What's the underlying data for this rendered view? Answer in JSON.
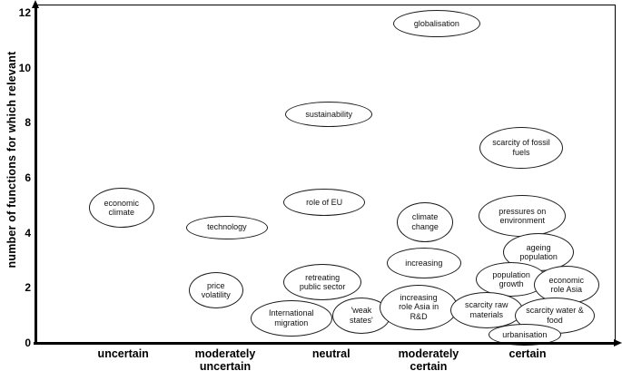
{
  "chart_data": {
    "type": "scatter",
    "title": "",
    "xlabel": "",
    "ylabel": "number of functions for which relevant",
    "ylim": [
      0,
      12
    ],
    "yticks": [
      0,
      2,
      4,
      6,
      8,
      10,
      12
    ],
    "grid": false,
    "legend": "none",
    "x_categories": [
      {
        "label": "uncertain",
        "lines": [
          "uncertain"
        ],
        "frac": 0.15
      },
      {
        "label": "moderately uncertain",
        "lines": [
          "moderately",
          "uncertain"
        ],
        "frac": 0.326
      },
      {
        "label": "neutral",
        "lines": [
          "neutral"
        ],
        "frac": 0.509
      },
      {
        "label": "moderately certain",
        "lines": [
          "moderately",
          "certain"
        ],
        "frac": 0.677
      },
      {
        "label": "certain",
        "lines": [
          "certain"
        ],
        "frac": 0.848
      }
    ],
    "points": [
      {
        "label": "globalisation",
        "lines": [
          "globalisation"
        ],
        "x_frac": 0.691,
        "y": 11.6,
        "w": 96,
        "h": 30
      },
      {
        "label": "sustainability",
        "lines": [
          "sustainability"
        ],
        "x_frac": 0.505,
        "y": 8.3,
        "w": 96,
        "h": 28
      },
      {
        "label": "scarcity of fossil fuels",
        "lines": [
          "scarcity of fossil",
          "fuels"
        ],
        "x_frac": 0.837,
        "y": 7.1,
        "w": 92,
        "h": 46
      },
      {
        "label": "economic climate",
        "lines": [
          "economic",
          "climate"
        ],
        "x_frac": 0.147,
        "y": 4.9,
        "w": 72,
        "h": 44
      },
      {
        "label": "role of EU",
        "lines": [
          "role of EU"
        ],
        "x_frac": 0.497,
        "y": 5.1,
        "w": 90,
        "h": 30
      },
      {
        "label": "technology",
        "lines": [
          "technology"
        ],
        "x_frac": 0.329,
        "y": 4.2,
        "w": 90,
        "h": 26
      },
      {
        "label": "climate change",
        "lines": [
          "climate",
          "change"
        ],
        "x_frac": 0.671,
        "y": 4.4,
        "w": 62,
        "h": 44
      },
      {
        "label": "pressures on environment",
        "lines": [
          "pressures on",
          "environment"
        ],
        "x_frac": 0.839,
        "y": 4.6,
        "w": 96,
        "h": 46
      },
      {
        "label": "ageing population",
        "lines": [
          "ageing",
          "population"
        ],
        "x_frac": 0.867,
        "y": 3.3,
        "w": 78,
        "h": 42
      },
      {
        "label": "increasing",
        "lines": [
          "increasing"
        ],
        "x_frac": 0.669,
        "y": 2.9,
        "w": 82,
        "h": 34
      },
      {
        "label": "retreating public sector",
        "lines": [
          "retreating",
          "public sector"
        ],
        "x_frac": 0.494,
        "y": 2.2,
        "w": 86,
        "h": 40
      },
      {
        "label": "price volatility",
        "lines": [
          "price",
          "volatility"
        ],
        "x_frac": 0.31,
        "y": 1.9,
        "w": 60,
        "h": 40
      },
      {
        "label": "population growth",
        "lines": [
          "population",
          "growth"
        ],
        "x_frac": 0.82,
        "y": 2.3,
        "w": 78,
        "h": 38
      },
      {
        "label": "economic role Asia",
        "lines": [
          "economic",
          "role Asia"
        ],
        "x_frac": 0.915,
        "y": 2.1,
        "w": 72,
        "h": 42
      },
      {
        "label": "'weak states'",
        "lines": [
          "'weak",
          "states'"
        ],
        "x_frac": 0.561,
        "y": 1.0,
        "w": 64,
        "h": 40
      },
      {
        "label": "International migration",
        "lines": [
          "International",
          "migration"
        ],
        "x_frac": 0.44,
        "y": 0.9,
        "w": 90,
        "h": 40
      },
      {
        "label": "increasing role Asia in R&D",
        "lines": [
          "increasing",
          "role Asia in",
          "R&D"
        ],
        "x_frac": 0.66,
        "y": 1.3,
        "w": 86,
        "h": 50
      },
      {
        "label": "scarcity raw materials",
        "lines": [
          "scarcity raw",
          "materials"
        ],
        "x_frac": 0.777,
        "y": 1.2,
        "w": 80,
        "h": 40
      },
      {
        "label": "scarcity water & food",
        "lines": [
          "scarcity water &",
          "food"
        ],
        "x_frac": 0.895,
        "y": 1.0,
        "w": 88,
        "h": 40
      },
      {
        "label": "urbanisation",
        "lines": [
          "urbanisation"
        ],
        "x_frac": 0.843,
        "y": 0.3,
        "w": 80,
        "h": 24
      }
    ]
  }
}
